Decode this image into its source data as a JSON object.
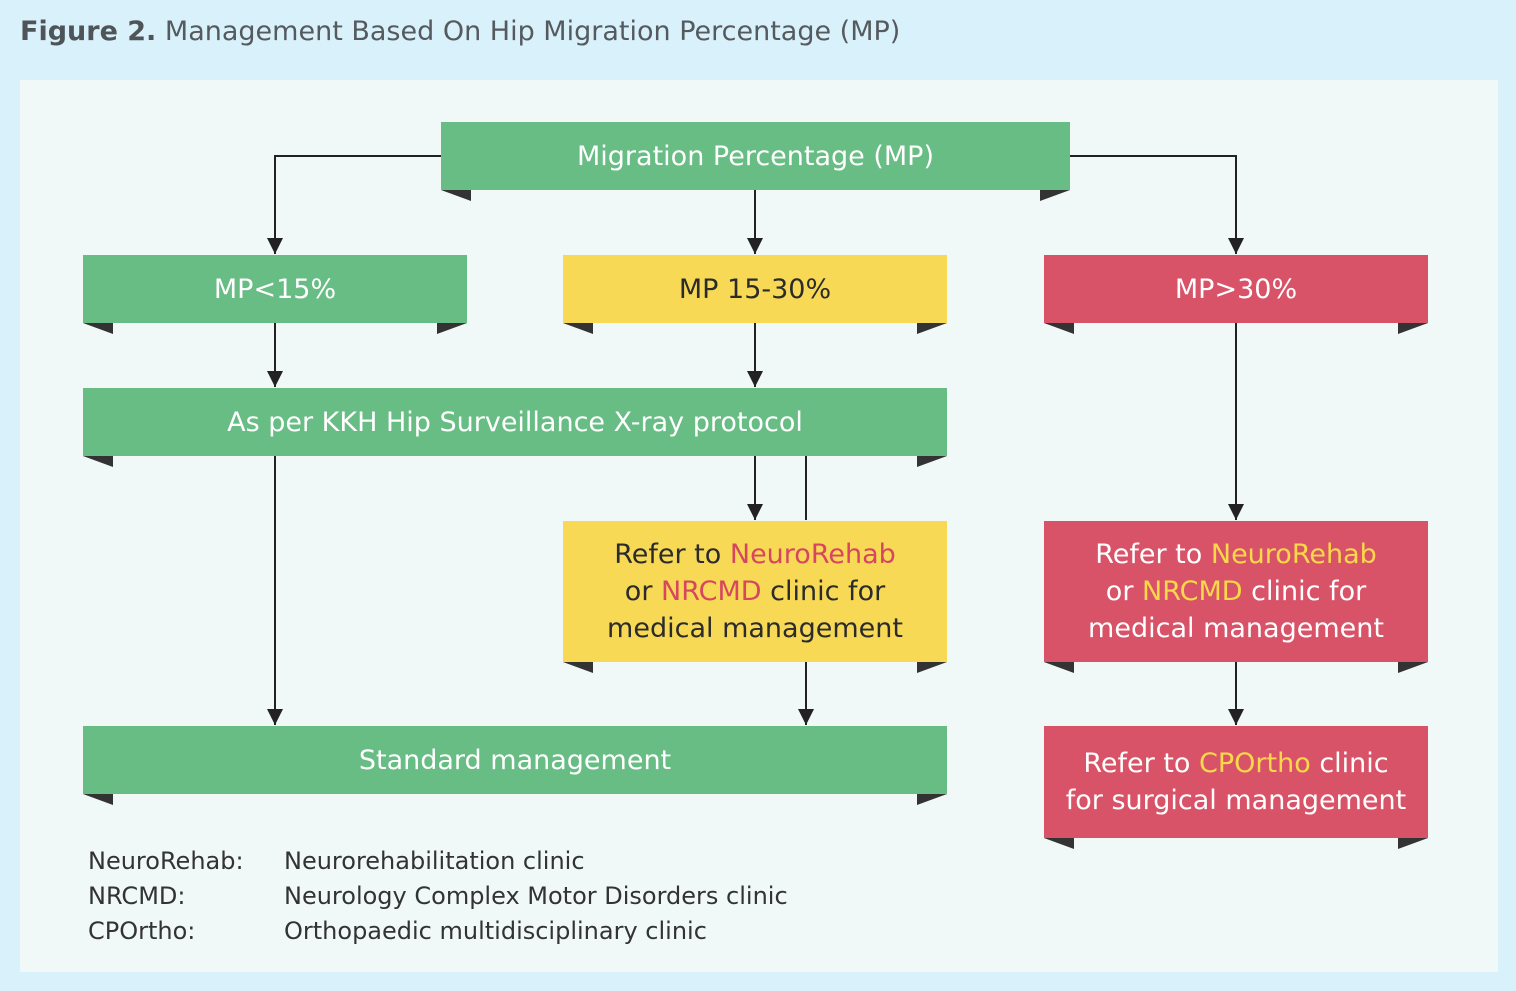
{
  "caption": {
    "label": "Figure 2.",
    "text": "Management Based On Hip Migration Percentage (MP)"
  },
  "colors": {
    "green": "#67bd83",
    "yellow": "#f7d955",
    "red": "#d95368",
    "line": "#222222"
  },
  "nodes": {
    "root": {
      "text": "Migration Percentage (MP)"
    },
    "mp_low": {
      "text": "MP<15%"
    },
    "mp_mid": {
      "text": "MP 15-30%"
    },
    "mp_high": {
      "text": "MP>30%"
    },
    "surveillance": {
      "text": "As per KKH Hip Surveillance X-ray protocol"
    },
    "refer_mid": {
      "pre": "Refer to",
      "hl1": "NeuroRehab",
      "mid": "or",
      "hl2": "NRCMD",
      "post": "clinic for",
      "last": "medical management"
    },
    "refer_high": {
      "pre": "Refer to",
      "hl1": "NeuroRehab",
      "mid": "or",
      "hl2": "NRCMD",
      "post": "clinic for",
      "last": "medical management"
    },
    "standard": {
      "text": "Standard management"
    },
    "surgical": {
      "pre": "Refer to",
      "hl": "CPOrtho",
      "post": "clinic",
      "last": "for surgical management"
    }
  },
  "legend": [
    {
      "abbr": "NeuroRehab:",
      "meaning": "Neurorehabilitation clinic"
    },
    {
      "abbr": "NRCMD:",
      "meaning": "Neurology Complex Motor Disorders clinic"
    },
    {
      "abbr": "CPOrtho:",
      "meaning": "Orthopaedic multidisciplinary clinic"
    }
  ]
}
